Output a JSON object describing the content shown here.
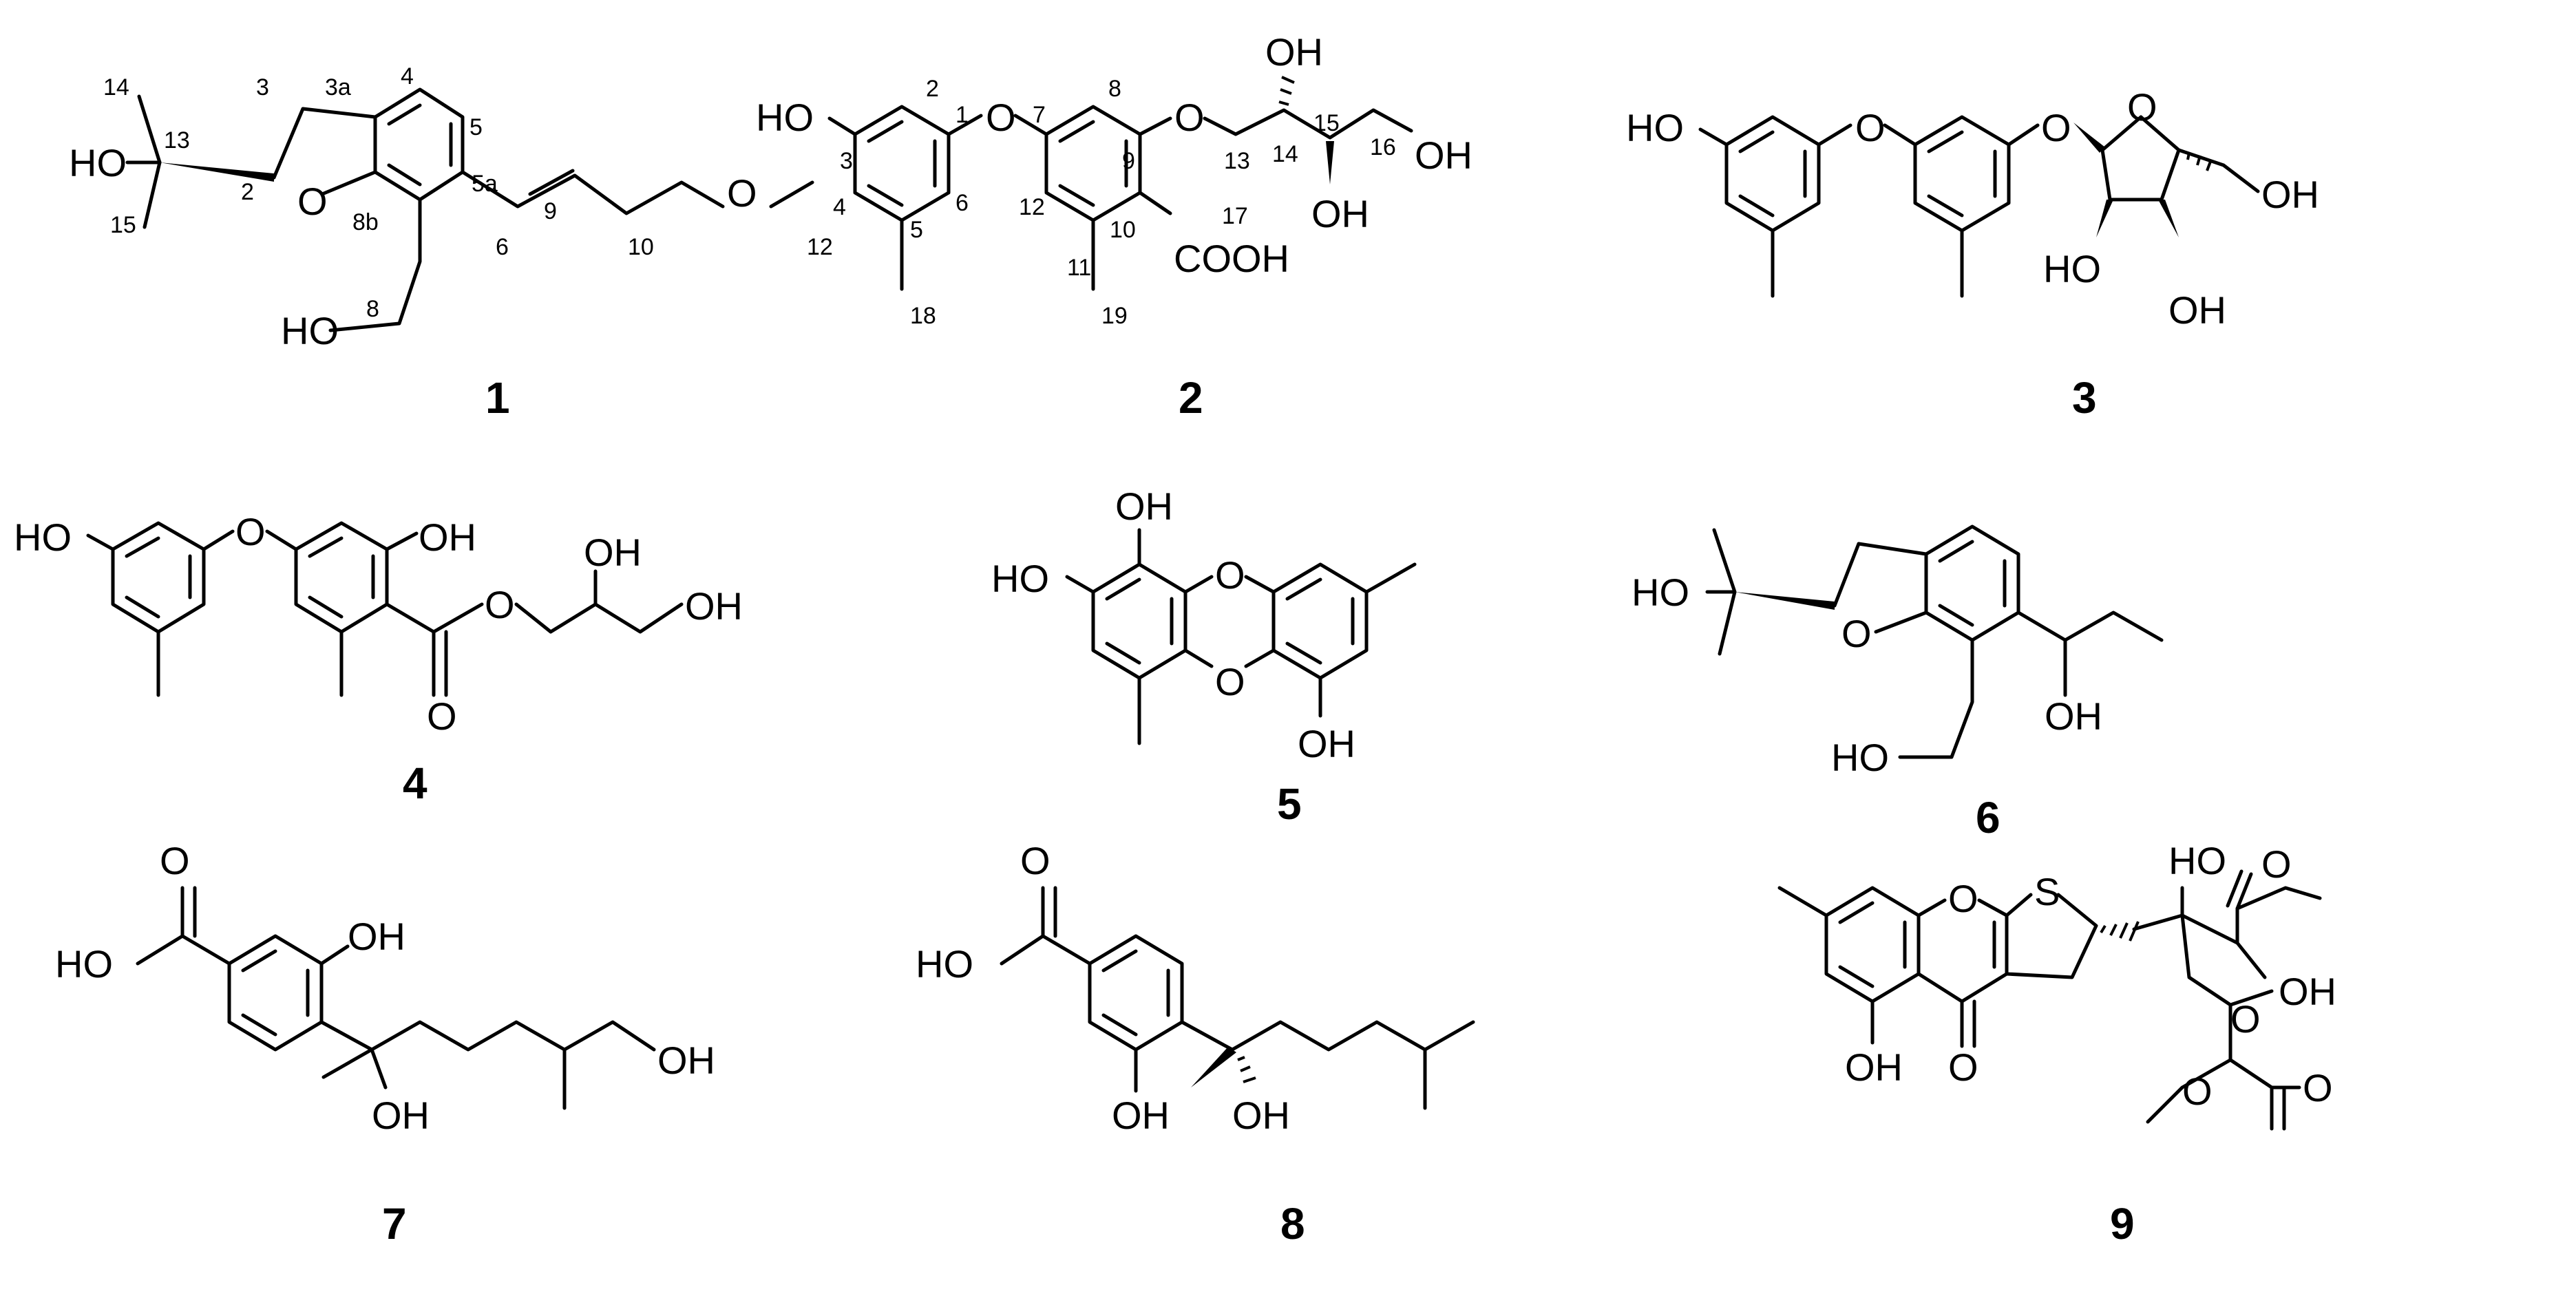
{
  "compounds": [
    {
      "id": "1",
      "atoms": [
        "HO",
        "O",
        "HO",
        "O"
      ],
      "numbering": [
        "14",
        "13",
        "15",
        "2",
        "3",
        "3a",
        "4",
        "5",
        "5a",
        "6",
        "9",
        "10",
        "12",
        "8",
        "8b"
      ]
    },
    {
      "id": "2",
      "atoms": [
        "HO",
        "O",
        "O",
        "OH",
        "OH",
        "OH",
        "COOH"
      ],
      "numbering": [
        "2",
        "1",
        "3",
        "4",
        "5",
        "6",
        "18",
        "7",
        "8",
        "9",
        "12",
        "11",
        "10",
        "19",
        "13",
        "14",
        "15",
        "16",
        "17"
      ]
    },
    {
      "id": "3",
      "atoms": [
        "HO",
        "O",
        "O",
        "O",
        "OH",
        "HO",
        "OH"
      ],
      "numbering": []
    },
    {
      "id": "4",
      "atoms": [
        "HO",
        "O",
        "OH",
        "O",
        "O",
        "OH",
        "OH"
      ],
      "numbering": []
    },
    {
      "id": "5",
      "atoms": [
        "OH",
        "HO",
        "O",
        "O",
        "OH"
      ],
      "numbering": []
    },
    {
      "id": "6",
      "atoms": [
        "HO",
        "O",
        "HO",
        "OH"
      ],
      "numbering": []
    },
    {
      "id": "7",
      "atoms": [
        "O",
        "HO",
        "OH",
        "OH",
        "OH"
      ],
      "numbering": []
    },
    {
      "id": "8",
      "atoms": [
        "O",
        "HO",
        "OH",
        "OH"
      ],
      "numbering": []
    },
    {
      "id": "9",
      "atoms": [
        "O",
        "S",
        "HO",
        "O",
        "O",
        "O",
        "OH",
        "OH",
        "O",
        "O"
      ],
      "numbering": []
    }
  ]
}
